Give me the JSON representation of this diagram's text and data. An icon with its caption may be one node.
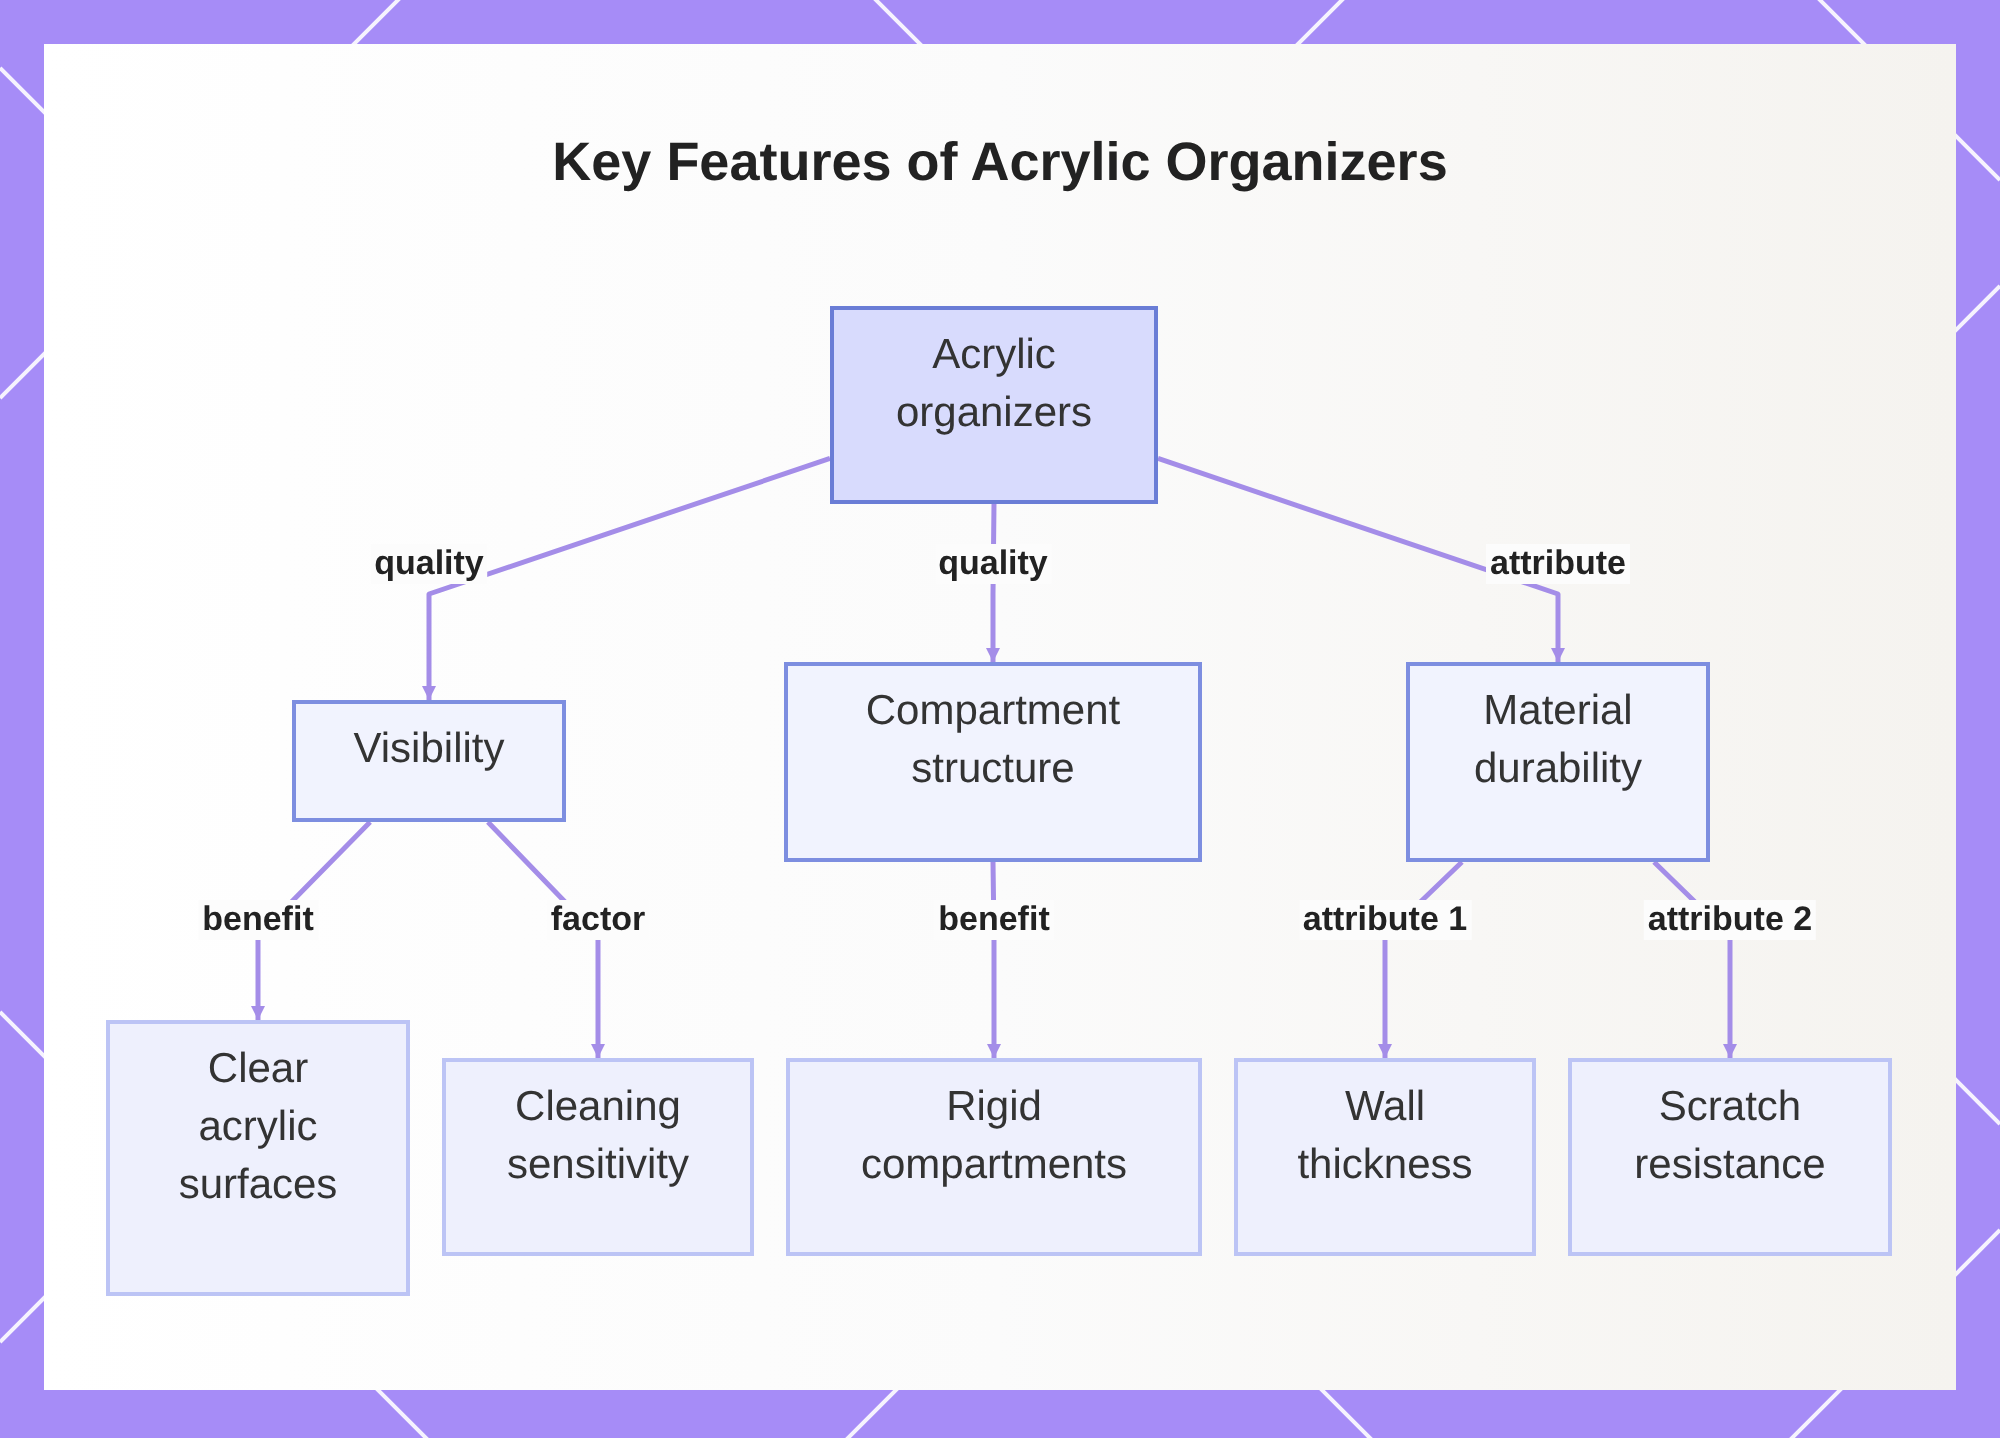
{
  "diagram": {
    "title": "Key Features of Acrylic Organizers",
    "nodes": [
      {
        "text": [
          "Acrylic organizers"
        ]
      },
      {
        "text": [
          "Visibility"
        ]
      },
      {
        "text": [
          "Compartment structure"
        ]
      },
      {
        "text": [
          "Material durability"
        ]
      },
      {
        "text": [
          "Clear acrylic surfaces"
        ]
      },
      {
        "text": [
          "Cleaning sensitivity"
        ]
      },
      {
        "text": [
          "Rigid compartments"
        ]
      },
      {
        "text": [
          "Wall thickness"
        ]
      },
      {
        "text": [
          "Scratch resistance"
        ]
      }
    ],
    "edges": [
      {
        "from": 0,
        "to": 1,
        "arrow": "to",
        "label": "quality"
      },
      {
        "from": 0,
        "to": 2,
        "arrow": "to",
        "label": "quality"
      },
      {
        "from": 0,
        "to": 3,
        "arrow": "to",
        "label": "attribute"
      },
      {
        "from": 1,
        "to": 4,
        "arrow": "to",
        "label": "benefit"
      },
      {
        "from": 1,
        "to": 5,
        "arrow": "to",
        "label": "factor"
      },
      {
        "from": 2,
        "to": 6,
        "arrow": "to",
        "label": "benefit"
      },
      {
        "from": 3,
        "to": 7,
        "arrow": "to",
        "label": "attribute 1"
      },
      {
        "from": 3,
        "to": 8,
        "arrow": "to",
        "label": "attribute 2"
      }
    ]
  }
}
